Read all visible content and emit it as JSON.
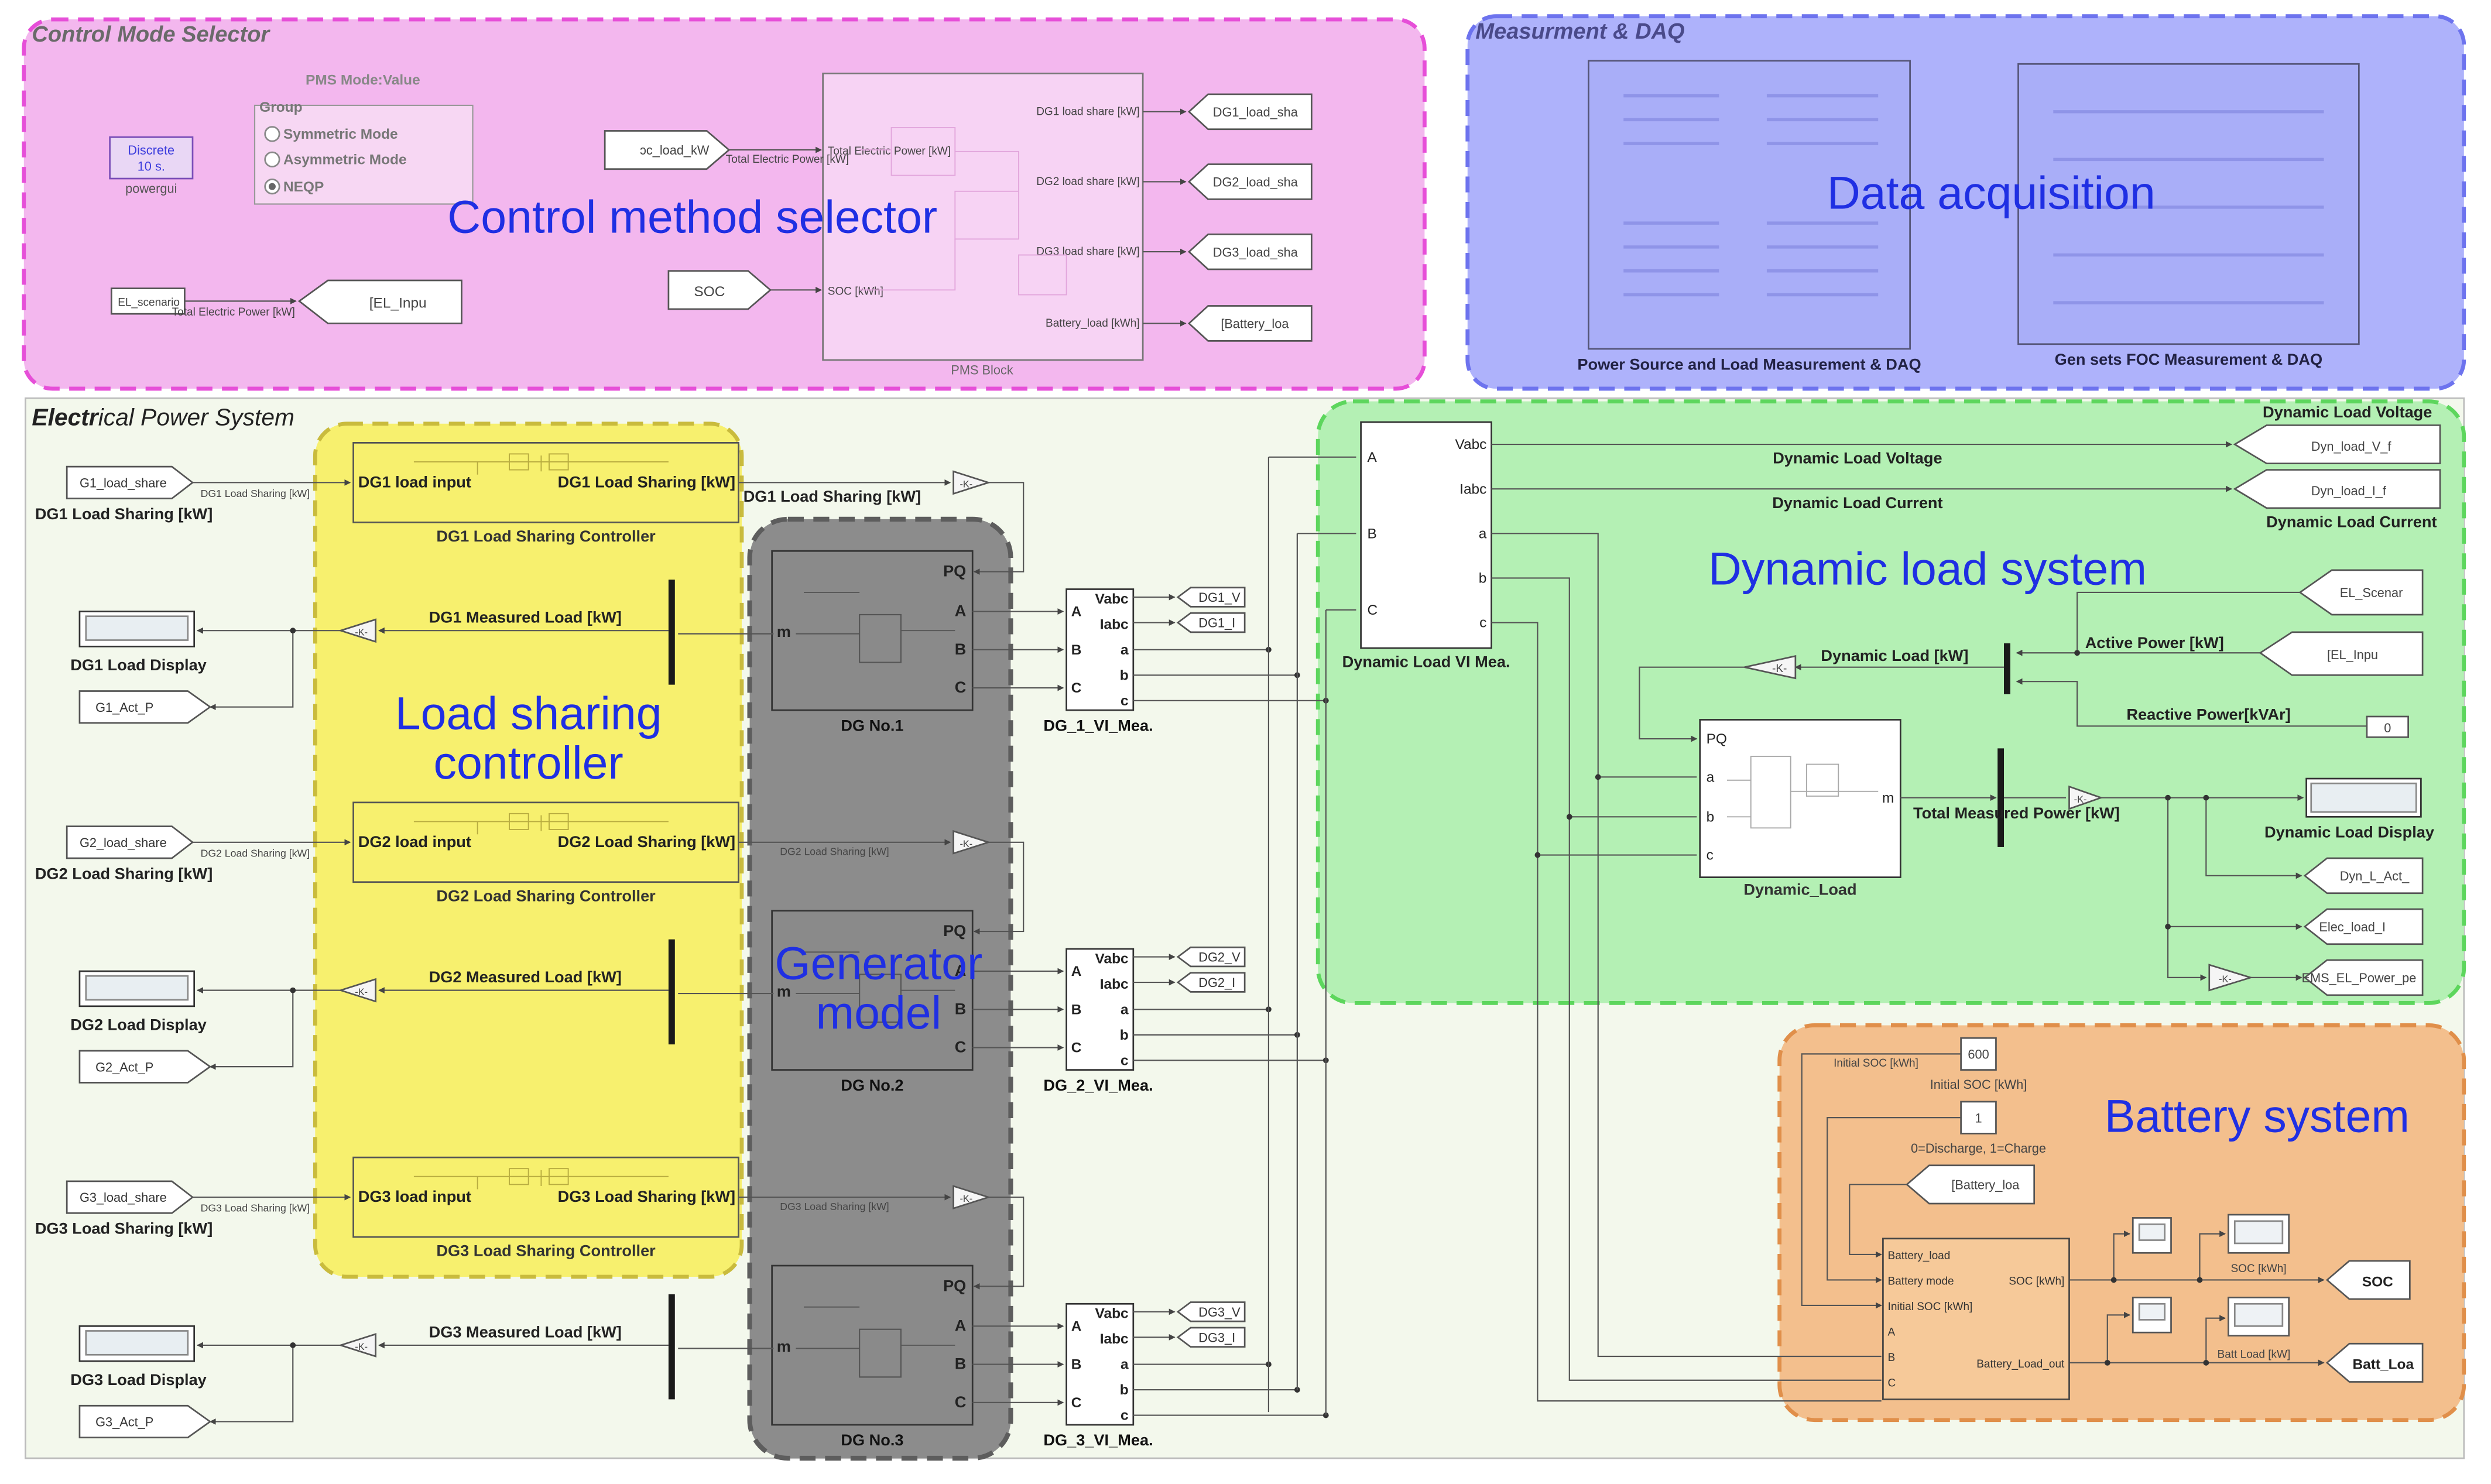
{
  "regions": {
    "cms": {
      "title": "Control Mode Selector",
      "big": "Control method selector",
      "fill": "#f3b7ee",
      "stroke": "#e64fd8"
    },
    "daq": {
      "title": "Measurment & DAQ",
      "big": "Data acquisition",
      "fill": "#aeb2fb",
      "stroke": "#6d73ee"
    },
    "eps": {
      "title_a": "Electr",
      "title_b": "ical Power System",
      "fill": "#f3f8ec"
    },
    "lsc": {
      "big1": "Load sharing",
      "big2": "controller",
      "fill": "#f7f06e",
      "stroke": "#c9bb3d"
    },
    "gen": {
      "big1": "Generator",
      "big2": "model",
      "fill": "#8c8c8c",
      "stroke": "#5d5d5d"
    },
    "dyn": {
      "big": "Dynamic load system",
      "fill": "#b4f0b4",
      "stroke": "#5dd65d"
    },
    "bat": {
      "big": "Battery system",
      "fill": "#f3bf8d",
      "stroke": "#e08f4a"
    }
  },
  "colors": {
    "big_text": "#1f2fe3",
    "wire": "#555555",
    "block_fill": "#ffffff",
    "block_stroke": "#333333"
  },
  "cms": {
    "powergui_l1": "Discrete",
    "powergui_l2": "10 s.",
    "powergui_name": "powergui",
    "pms_mode_title": "PMS Mode:Value",
    "group_label": "Group",
    "options": [
      "Symmetric Mode",
      "Asymmetric Mode",
      "NEQP"
    ],
    "selected_option": "NEQP",
    "el_scenario": "EL_scenario",
    "el_input": "[EL_Inpu",
    "total_electric_power": "Total Electric Power [kW]",
    "rc_load": "ɔc_load_kW",
    "soc": "SOC",
    "pms_in_total": "Total Electric Power [kW]",
    "pms_in_soc": "SOC [kWh]",
    "pms_out": [
      "DG1 load share [kW]",
      "DG2 load share [kW]",
      "DG3 load share [kW]",
      "Battery_load [kWh]"
    ],
    "goto": [
      "DG1_load_sha",
      "DG2_load_sha",
      "DG3_load_sha",
      "[Battery_loa"
    ],
    "pms_block": "PMS Block"
  },
  "daq": {
    "block1": "Power Source and Load Measurement & DAQ",
    "block2": "Gen sets FOC Measurement & DAQ"
  },
  "dg": [
    {
      "from": "G1_load_share",
      "sig": "DG1 Load Sharing [kW]",
      "label": "DG1 Load Sharing [kW]",
      "ctrl_in": "DG1 load input",
      "ctrl_out": "DG1 Load Sharing [kW]",
      "ctrl_name": "DG1 Load Sharing Controller",
      "ext": "DG1 Load Sharing [kW]",
      "meas": "DG1 Measured Load [kW]",
      "display": "DG1 Load Display",
      "act": "G1_Act_P",
      "gen": "DG No.1",
      "vi": "DG_1_VI_Mea.",
      "goto_v": "DG1_V",
      "goto_i": "DG1_I"
    },
    {
      "from": "G2_load_share",
      "sig": "DG2 Load Sharing [kW]",
      "label": "DG2 Load Sharing [kW]",
      "ctrl_in": "DG2 load input",
      "ctrl_out": "DG2 Load Sharing [kW]",
      "ctrl_name": "DG2 Load Sharing Controller",
      "ext": "DG2 Load Sharing [kW]",
      "meas": "DG2 Measured Load [kW]",
      "display": "DG2 Load Display",
      "act": "G2_Act_P",
      "gen": "DG No.2",
      "vi": "DG_2_VI_Mea.",
      "goto_v": "DG2_V",
      "goto_i": "DG2_I"
    },
    {
      "from": "G3_load_share",
      "sig": "DG3 Load Sharing [kW]",
      "label": "DG3 Load Sharing [kW]",
      "ctrl_in": "DG3 load input",
      "ctrl_out": "DG3 Load Sharing [kW]",
      "ctrl_name": "DG3 Load Sharing Controller",
      "ext": "DG3 Load Sharing [kW]",
      "meas": "DG3 Measured Load [kW]",
      "display": "DG3 Load Display",
      "act": "G3_Act_P",
      "gen": "DG No.3",
      "vi": "DG_3_VI_Mea.",
      "goto_v": "DG3_V",
      "goto_i": "DG3_I"
    }
  ],
  "ports": {
    "gen_out": [
      "PQ",
      "A",
      "B",
      "C"
    ],
    "gen_in": "m",
    "vi_in": [
      "A",
      "B",
      "C"
    ],
    "vi_out": [
      "Vabc",
      "Iabc",
      "a",
      "b",
      "c"
    ]
  },
  "gain": "-K-",
  "dyn": {
    "vi_name": "Dynamic Load VI Mea.",
    "vi_in": [
      "A",
      "B",
      "C"
    ],
    "vi_out": [
      "Vabc",
      "Iabc",
      "a",
      "b",
      "c"
    ],
    "voltage": "Dynamic Load Voltage",
    "current": "Dynamic Load Current",
    "goto_v": "Dyn_load_V_f",
    "goto_i": "Dyn_load_I_f",
    "el_scenario": "EL_Scenar",
    "el_input": "[EL_Inpu",
    "active_power": "Active Power [kW]",
    "dynamic_load": "Dynamic Load [kW]",
    "reactive_power": "Reactive Power[kVAr]",
    "reactive_value": "0",
    "load_in": [
      "PQ",
      "a",
      "b",
      "c"
    ],
    "load_out": "m",
    "load_name": "Dynamic_Load",
    "total_measured": "Total Measured Power [kW]",
    "display": "Dynamic Load Display",
    "goto_act": "Dyn_L_Act_",
    "goto_elec": "Elec_load_I",
    "goto_ems": "EMS_EL_Power_pe"
  },
  "bat": {
    "initial_soc_sig": "Initial SOC [kWh]",
    "initial_soc_value": "600",
    "initial_soc_label": "Initial SOC [kWh]",
    "mode_value": "1",
    "mode_label": "0=Discharge, 1=Charge",
    "from_battery": "[Battery_loa",
    "in_ports": [
      "Battery_load",
      "Battery mode",
      "Initial SOC [kWh]",
      "A",
      "B",
      "C"
    ],
    "out_soc": "SOC [kWh]",
    "out_load": "Battery_Load_out",
    "scope_soc": "SOC [kWh]",
    "scope_load": "Batt Load [kW]",
    "goto_soc": "SOC",
    "goto_load": "Batt_Loa"
  }
}
